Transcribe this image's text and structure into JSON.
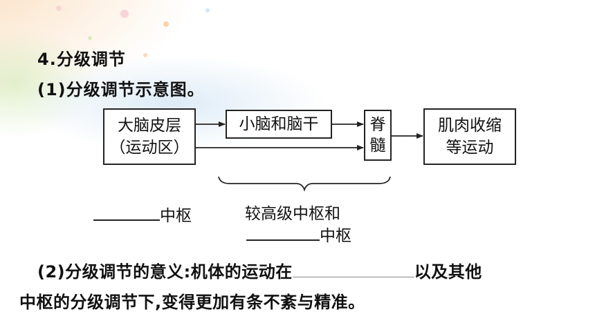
{
  "heading": "4.分级调节",
  "subheading": "(1)分级调节示意图。",
  "diagram": {
    "cortex_line1": "大脑皮层",
    "cortex_line2": "（运动区）",
    "cerebellum": "小脑和脑干",
    "spinal_line1": "脊",
    "spinal_line2": "髓",
    "muscle_line1": "肌肉收缩",
    "muscle_line2": "等运动"
  },
  "labels": {
    "low_center_suffix": "中枢",
    "high_center_line1": "较高级中枢和",
    "high_center_line2_suffix": "中枢"
  },
  "paragraph": {
    "line1_prefix": "(2)分级调节的意义:机体的运动在",
    "line1_suffix": "以及其他",
    "line2": "中枢的分级调节下,变得更加有条不紊与精准。"
  },
  "colors": {
    "deco_orange": "#f7c38a",
    "deco_green": "#cfe8b0",
    "deco_blue": "#cfe3f3",
    "deco_pink": "#f6c6cf"
  }
}
